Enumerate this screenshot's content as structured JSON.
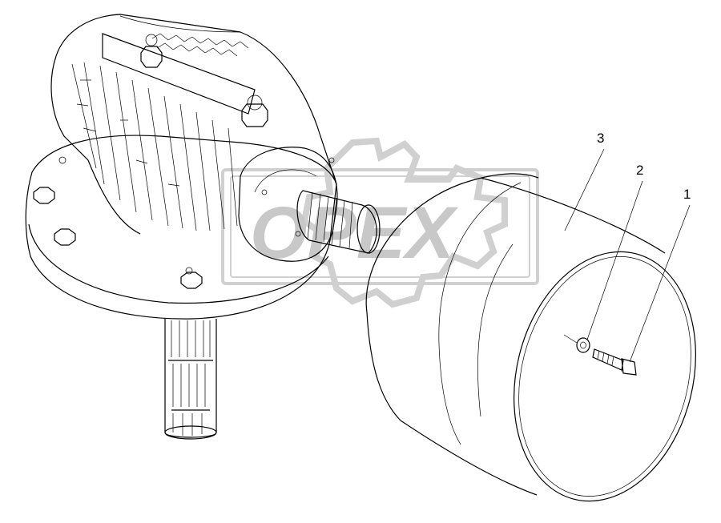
{
  "callouts": [
    {
      "id": "callout-1",
      "label": "1",
      "part": "bolt"
    },
    {
      "id": "callout-2",
      "label": "2",
      "part": "washer"
    },
    {
      "id": "callout-3",
      "label": "3",
      "part": "guard-cylinder"
    }
  ],
  "watermark": {
    "text": "OPEX",
    "style": "gear-outline"
  },
  "colors": {
    "line": "#000000",
    "watermark": "#c8c8c8",
    "background": "#ffffff"
  }
}
